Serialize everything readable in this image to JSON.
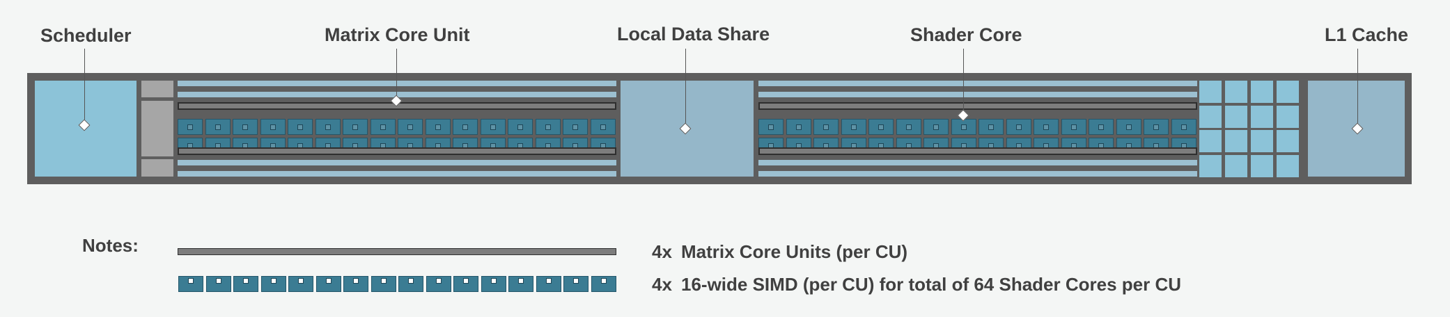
{
  "labels": {
    "scheduler": "Scheduler",
    "matrix_core_unit": "Matrix Core Unit",
    "local_data_share": "Local Data Share",
    "shader_core": "Shader Core",
    "l1_cache": "L1 Cache"
  },
  "notes": {
    "title": "Notes:",
    "items": [
      {
        "multiplier": "4x",
        "text": "Matrix Core Units (per CU)"
      },
      {
        "multiplier": "4x",
        "text": "16-wide SIMD (per CU) for total of 64 Shader Cores per CU"
      }
    ]
  },
  "colors": {
    "frame": "#5e5e5e",
    "scheduler": "#8cc3d8",
    "local_data_share": "#95b7c9",
    "shader_core": "#3b7c93",
    "matrix_core": "#7d7d7d",
    "strip": "#9cc0d1"
  }
}
